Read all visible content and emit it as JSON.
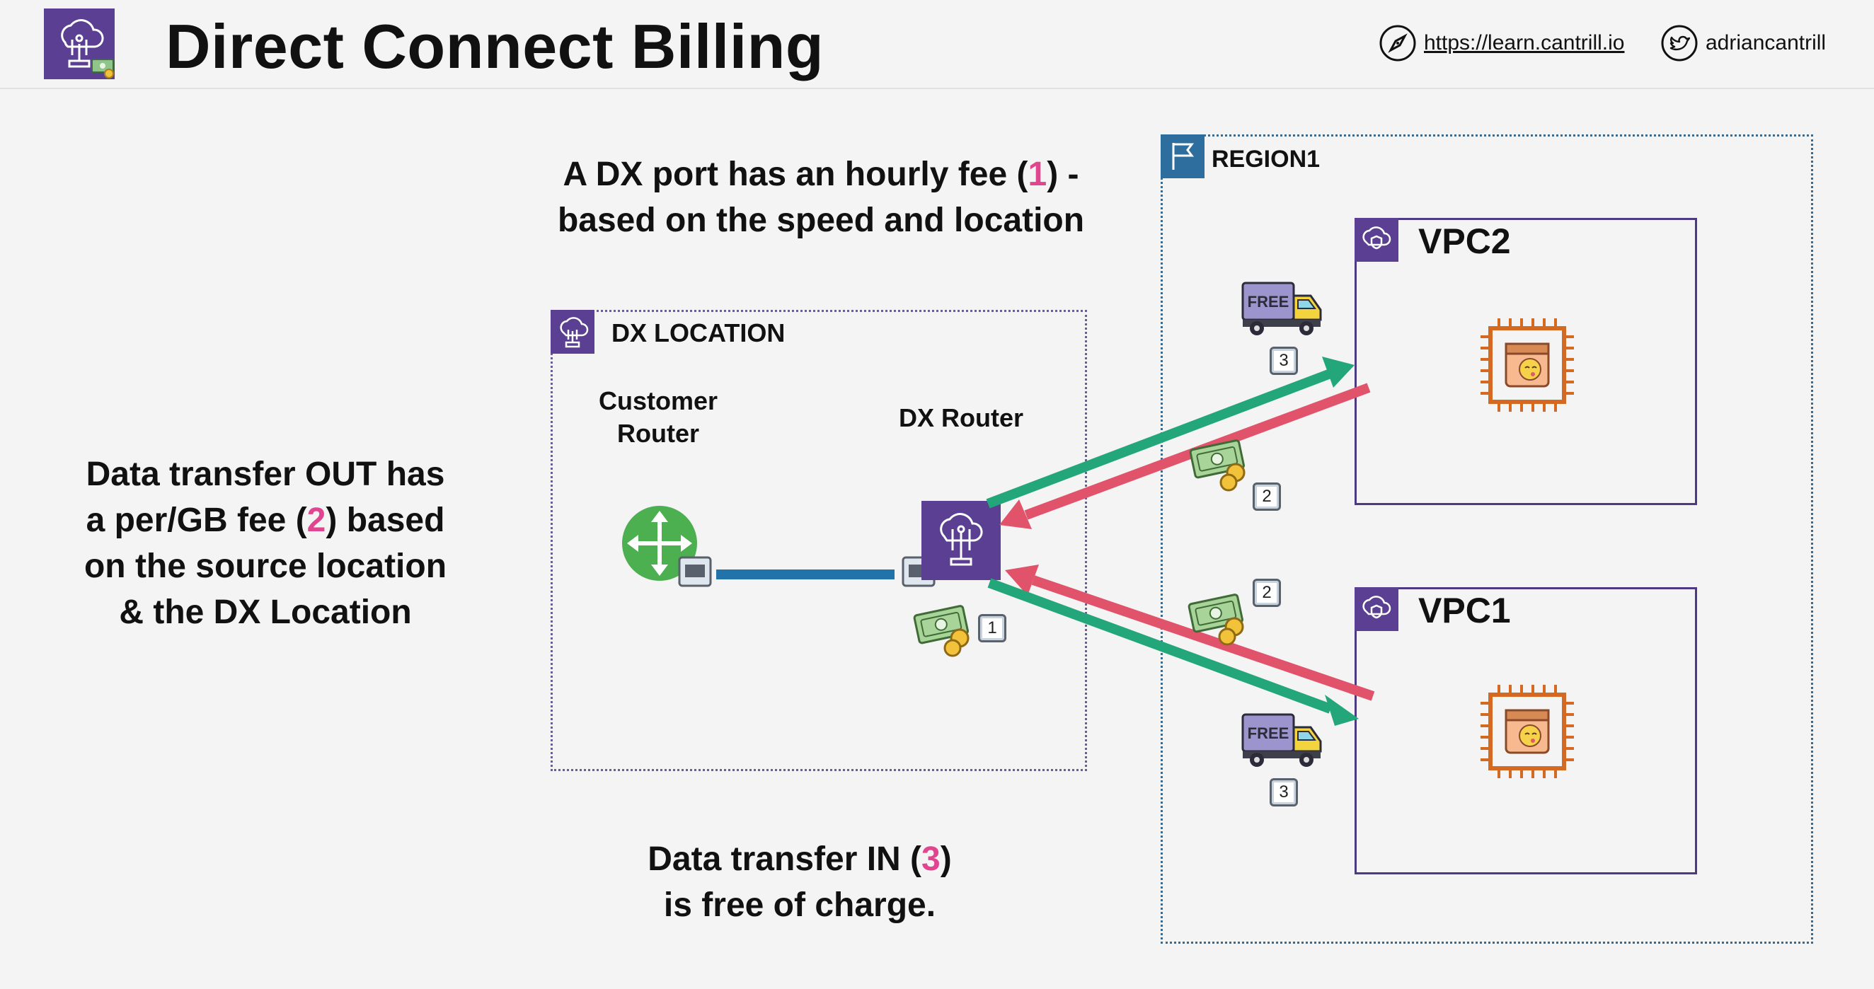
{
  "header": {
    "title": "Direct Connect Billing",
    "url": "https://learn.cantrill.io",
    "twitter": "adriancantrill"
  },
  "text": {
    "port_fee": [
      "A DX port has an hourly fee (",
      "1",
      ") -"
    ],
    "port_fee_line2": "based on the speed and location",
    "out_fee": {
      "line1": "Data transfer OUT has",
      "line2_pre": "a per/GB fee (",
      "line2_num": "2",
      "line2_post": ") based",
      "line3": "on the source location",
      "line4": "& the DX Location"
    },
    "in_fee": {
      "line1_pre": "Data transfer IN (",
      "line1_num": "3",
      "line1_post": ")",
      "line2": "is free of charge."
    }
  },
  "region": {
    "label": "REGION1"
  },
  "dx_location": {
    "label": "DX LOCATION",
    "customer_router": [
      "Customer",
      "Router"
    ],
    "dx_router": "DX Router"
  },
  "vpcs": [
    {
      "label": "VPC2"
    },
    {
      "label": "VPC1"
    }
  ],
  "badges": {
    "port": "1",
    "out_top": "2",
    "out_bottom": "2",
    "in_top": "3",
    "in_bottom": "3"
  },
  "truck_label": "FREE",
  "colors": {
    "accent_purple": "#5a3f92",
    "region_blue": "#2e6e9e",
    "in_arrow_green": "#22a67a",
    "out_arrow_red": "#e0536a",
    "highlight_pink": "#e0468f",
    "router_green": "#4caf50",
    "ec2_orange": "#d46a21"
  }
}
